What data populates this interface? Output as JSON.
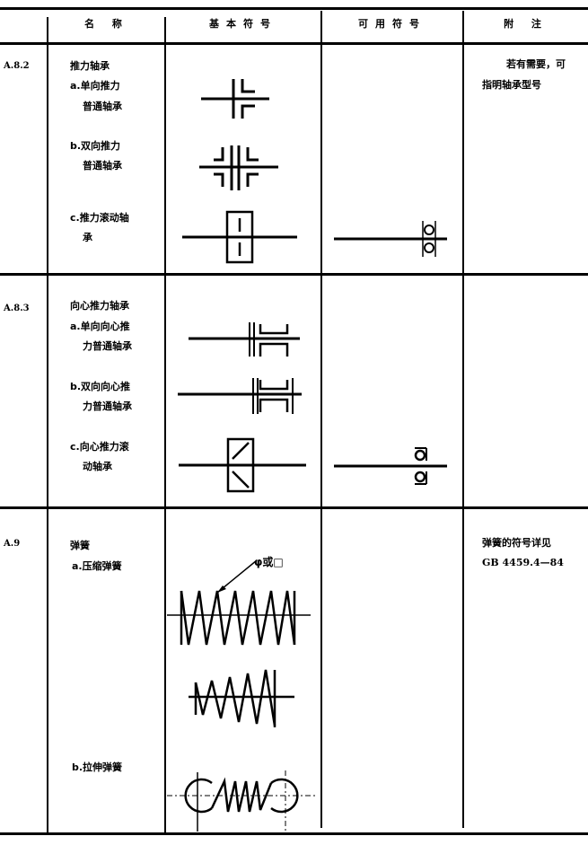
{
  "table": {
    "headers": [
      "",
      "名  称",
      "基本符号",
      "可用符号",
      "附  注"
    ],
    "rows": [
      {
        "id": "A.8.2",
        "name_title": "推力轴承",
        "items": [
          {
            "label_line1": "a.单向推力",
            "label_line2": "普通轴承",
            "basic_symbol": "single-thrust-plain-bearing-symbol",
            "alt_symbol": ""
          },
          {
            "label_line1": "b.双向推力",
            "label_line2": "普通轴承",
            "basic_symbol": "double-thrust-plain-bearing-symbol",
            "alt_symbol": ""
          },
          {
            "label_line1": "c.推力滚动轴",
            "label_line2": "承",
            "basic_symbol": "thrust-rolling-bearing-symbol",
            "alt_symbol": "thrust-rolling-bearing-alt-symbol"
          }
        ],
        "note_line1": "若有需要，可",
        "note_line2": "指明轴承型号"
      },
      {
        "id": "A.8.3",
        "name_title": "向心推力轴承",
        "items": [
          {
            "label_line1": "a.单向向心推",
            "label_line2": "力普通轴承",
            "basic_symbol": "single-radial-thrust-plain-bearing-symbol",
            "alt_symbol": ""
          },
          {
            "label_line1": "b.双向向心推",
            "label_line2": "力普通轴承",
            "basic_symbol": "double-radial-thrust-plain-bearing-symbol",
            "alt_symbol": ""
          },
          {
            "label_line1": "c.向心推力滚",
            "label_line2": "动轴承",
            "basic_symbol": "radial-thrust-rolling-bearing-symbol",
            "alt_symbol": "radial-thrust-rolling-bearing-alt-symbol"
          }
        ],
        "note_line1": "",
        "note_line2": ""
      },
      {
        "id": "A.9",
        "name_title": "弹簧",
        "items": [
          {
            "label_line1": "a.压缩弹簧",
            "label_line2": "",
            "basic_symbol": "compression-spring-symbol",
            "annotation": "φ或□"
          },
          {
            "label_line1": "b.拉伸弹簧",
            "label_line2": "",
            "basic_symbol": "tension-spring-symbol"
          }
        ],
        "note_line1": "弹簧的符号详见",
        "note_line2": "GB 4459.4—84"
      }
    ]
  }
}
